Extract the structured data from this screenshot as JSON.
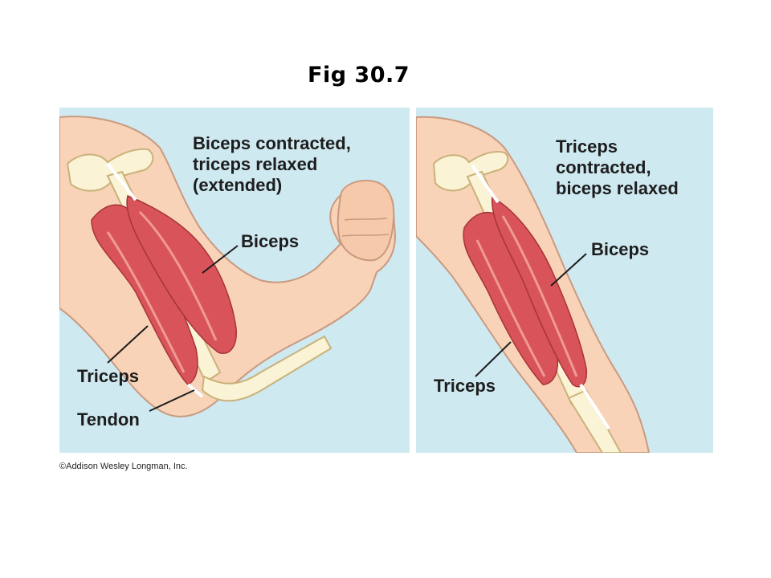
{
  "figure": {
    "title": "Fig 30.7"
  },
  "left_panel": {
    "caption_lines": [
      "Biceps contracted,",
      "triceps relaxed",
      "(extended)"
    ],
    "label_biceps": "Biceps",
    "label_triceps": "Triceps",
    "label_tendon": "Tendon"
  },
  "right_panel": {
    "caption_lines": [
      "Triceps",
      "contracted,",
      "biceps relaxed"
    ],
    "label_biceps": "Biceps",
    "label_triceps": "Triceps"
  },
  "footer": {
    "copyright": "©Addison Wesley Longman, Inc."
  },
  "colors": {
    "background": "#cfe9f1",
    "skin": "#f8d3b8",
    "skin_outline": "#c99a80",
    "muscle": "#d9545a",
    "muscle_light": "#ef9a96",
    "bone": "#fbf3d5",
    "tendon": "#ffffff"
  }
}
